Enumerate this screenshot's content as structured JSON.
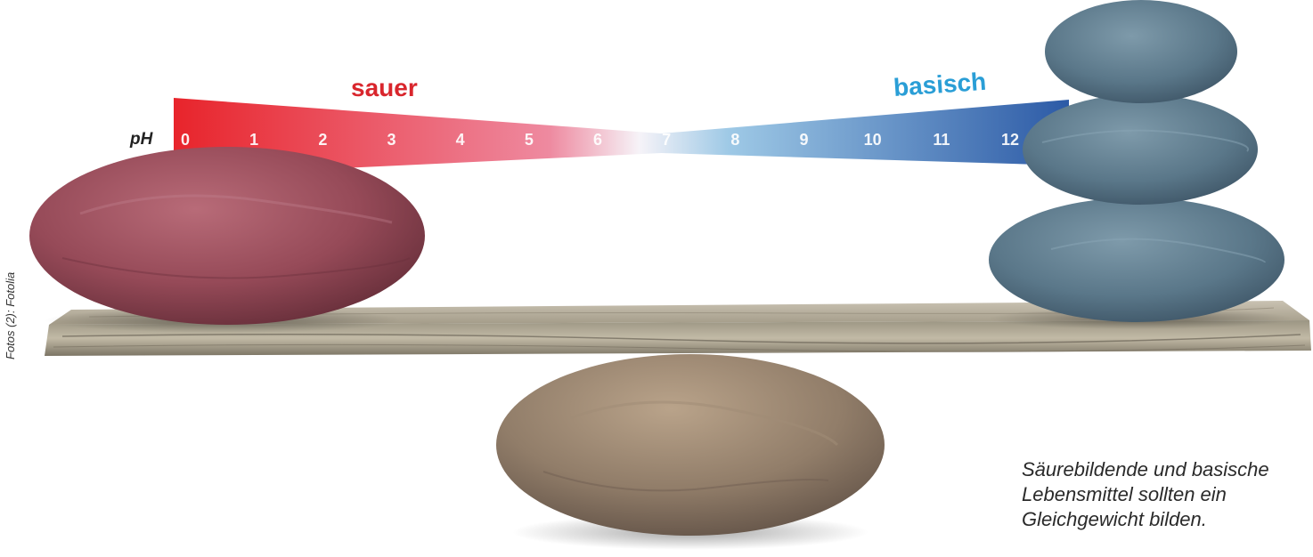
{
  "scale": {
    "ph_label": "pH",
    "acid_label": "sauer",
    "base_label": "basisch",
    "ticks": [
      "0",
      "1",
      "2",
      "3",
      "4",
      "5",
      "6",
      "7",
      "8",
      "9",
      "10",
      "11",
      "12"
    ],
    "colors": {
      "acid": "#e8242b",
      "neutral": "#ffffff",
      "base": "#2c5aa6",
      "acid_text": "#d9262d",
      "base_text": "#2a9ed6"
    }
  },
  "caption": {
    "line1": "Säurebildende und basische",
    "line2": "Lebensmittel sollten ein",
    "line3": "Gleichgewicht bilden."
  },
  "credit": "Fotos (2): Fotolia",
  "objects": {
    "left_stone": "red stone on plank",
    "fulcrum_stone": "beige stone under plank",
    "right_stones": "stack of three blue-grey stones",
    "plank": "weathered wooden plank"
  }
}
